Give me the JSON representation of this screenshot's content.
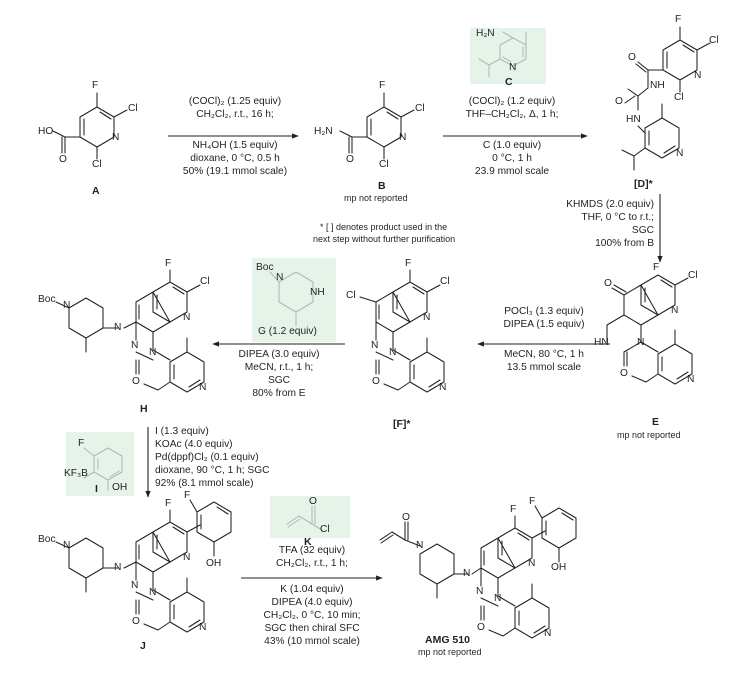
{
  "compounds": {
    "A": {
      "label": "A"
    },
    "B": {
      "label": "B",
      "note": "mp not reported"
    },
    "C": {
      "label": "C"
    },
    "D": {
      "label": "[D]*"
    },
    "E": {
      "label": "E",
      "note": "mp not reported"
    },
    "F": {
      "label": "[F]*"
    },
    "G": {
      "label": "G",
      "equiv": "G (1.2 equiv)"
    },
    "H": {
      "label": "H"
    },
    "I": {
      "label": "I"
    },
    "J": {
      "label": "J"
    },
    "K": {
      "label": "K"
    },
    "AMG": {
      "label": "AMG 510",
      "note": "mp not reported"
    }
  },
  "footnote": [
    "* [ ] denotes product used in the",
    "next step without further purification"
  ],
  "steps": {
    "s1": [
      "(COCl)₂ (1.25 equiv)",
      "CH₂Cl₂, r.t., 16 h;",
      "NH₄OH (1.5 equiv)",
      "dioxane, 0 °C, 0.5 h",
      "50% (19.1 mmol scale)"
    ],
    "s2_top": [
      "(COCl)₂ (1.2 equiv)",
      "THF–CH₂Cl₂, Δ, 1 h;"
    ],
    "s2_bot": [
      "C (1.0 equiv)",
      "0 °C, 1 h",
      "23.9 mmol scale"
    ],
    "s3": [
      "KHMDS (2.0 equiv)",
      "THF, 0 °C to r.t.;",
      "SGC",
      "100% from B"
    ],
    "s4_top": [
      "POCl₃ (1.3 equiv)",
      "DIPEA (1.5 equiv)"
    ],
    "s4_bot": [
      "MeCN, 80 °C, 1 h",
      "13.5 mmol scale"
    ],
    "s5_bot": [
      "DIPEA (3.0 equiv)",
      "MeCN, r.t., 1 h;",
      "SGC",
      "80% from E"
    ],
    "s6": [
      "I (1.3 equiv)",
      "KOAc (4.0 equiv)",
      "Pd(dppf)Cl₂ (0.1 equiv)",
      "dioxane, 90 °C, 1 h; SGC",
      "92% (8.1 mmol scale)"
    ],
    "s7_top": [
      "TFA (32 equiv)",
      "CH₂Cl₂, r.t., 1 h;"
    ],
    "s7_bot": [
      "K (1.04 equiv)",
      "DIPEA (4.0 equiv)",
      "CH₂Cl₂, 0 °C, 10 min;",
      "SGC then chiral SFC",
      "43% (10 mmol scale)"
    ]
  },
  "atoms": {
    "F": "F",
    "Cl": "Cl",
    "N": "N",
    "O": "O",
    "HO": "HO",
    "OH": "OH",
    "NH": "NH",
    "HN": "HN",
    "H2N": "H₂N",
    "Boc": "Boc",
    "KF3B": "KF₃B"
  }
}
